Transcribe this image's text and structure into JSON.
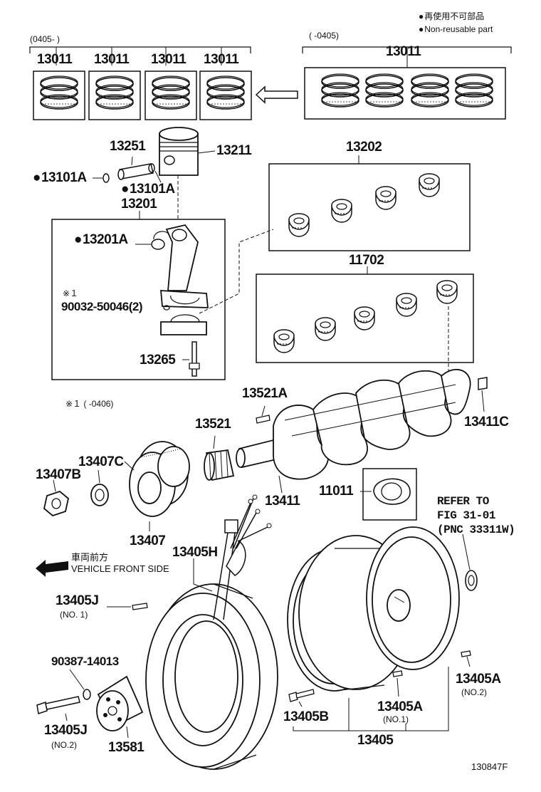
{
  "legend": {
    "non_reusable_jp": "再使用不可部品",
    "non_reusable_en": "Non-reusable part"
  },
  "groups": {
    "left_range": "(0405-     )",
    "right_range": "(     -0405)",
    "note_range": "※１  (     -0406)",
    "note_mark": "※１"
  },
  "direction": {
    "jp": "車両前方",
    "en": "VEHICLE FRONT SIDE"
  },
  "refer": {
    "line1": "REFER TO",
    "line2": "FIG 31-01",
    "line3": "(PNC 33311W)"
  },
  "parts": {
    "ring_1": "13011",
    "ring_2": "13011",
    "ring_3": "13011",
    "ring_4": "13011",
    "ring_set": "13011",
    "piston_pin": "13251",
    "piston": "13211",
    "snap_ring_a": "13101A",
    "snap_ring_b": "13101A",
    "conrod_sub": "13201",
    "conrod_bush": "13201A",
    "conrod_bolt_nut": "90032-50046(2)",
    "conrod_bolt": "13265",
    "conrod_bearing": "13202",
    "main_bearing": "11702",
    "key_a": "13521A",
    "timing_gear": "13521",
    "pin_c": "13411C",
    "crankshaft": "13411",
    "thrust_washer": "11011",
    "pulley_spacer": "13407C",
    "pulley_nut": "13407B",
    "pulley": "13407",
    "flywheel_h": "13405H",
    "bolt_j_1": "13405J",
    "bolt_j_1_no": "(NO. 1)",
    "gasket": "90387-14013",
    "bolt_j_2": "13405J",
    "bolt_j_2_no": "(NO.2)",
    "spacer_13581": "13581",
    "pin_a_2": "13405A",
    "pin_a_2_no": "(NO.2)",
    "pin_a_1": "13405A",
    "pin_a_1_no": "(NO.1)",
    "bolt_b": "13405B",
    "flywheel": "13405"
  },
  "figure_id": "130847F"
}
